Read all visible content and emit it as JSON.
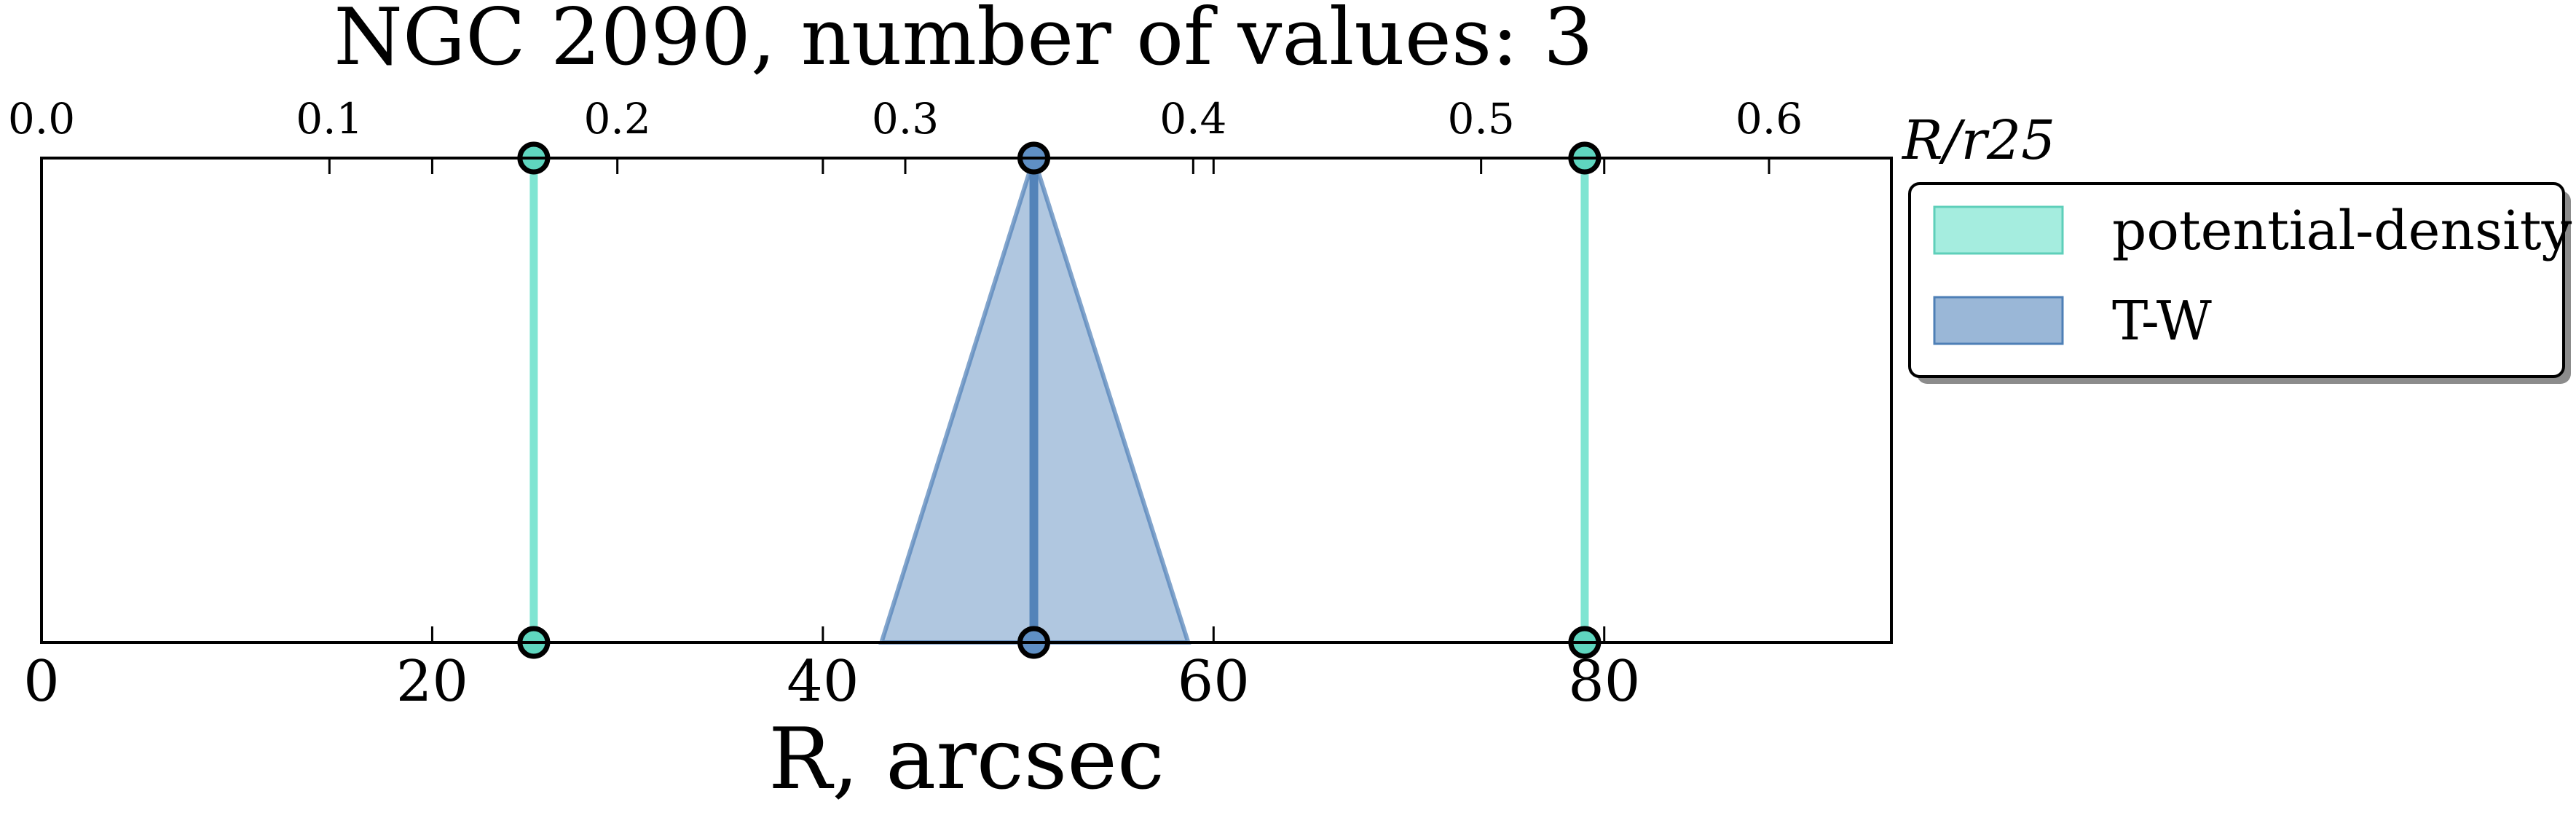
{
  "chart_data": {
    "type": "line",
    "title": "NGC 2090, number of values: 3",
    "xlabel": "R, arcsec",
    "top_xlabel": "R/r25",
    "xlim": [
      0,
      94.7
    ],
    "top_xlim": [
      0,
      0.6425
    ],
    "bottom_ticks": [
      0,
      20,
      40,
      60,
      80
    ],
    "top_ticks": [
      0.0,
      0.1,
      0.2,
      0.3,
      0.4,
      0.5,
      0.6
    ],
    "grid": false,
    "legend_position": "outside-top-right",
    "series": [
      {
        "name": "potential-density",
        "color": "#7fe5d2",
        "edge_color": "#5ecfba",
        "kind": "vertical_lines",
        "x": [
          25.2,
          79.0
        ]
      },
      {
        "name": "T-W",
        "color": "#6f99c6",
        "edge_color": "#4e7fb6",
        "kind": "vertical_line_with_wedge",
        "x": [
          50.8
        ],
        "wedge": {
          "center": 50.8,
          "low": 43.0,
          "high": 58.7
        }
      }
    ]
  }
}
